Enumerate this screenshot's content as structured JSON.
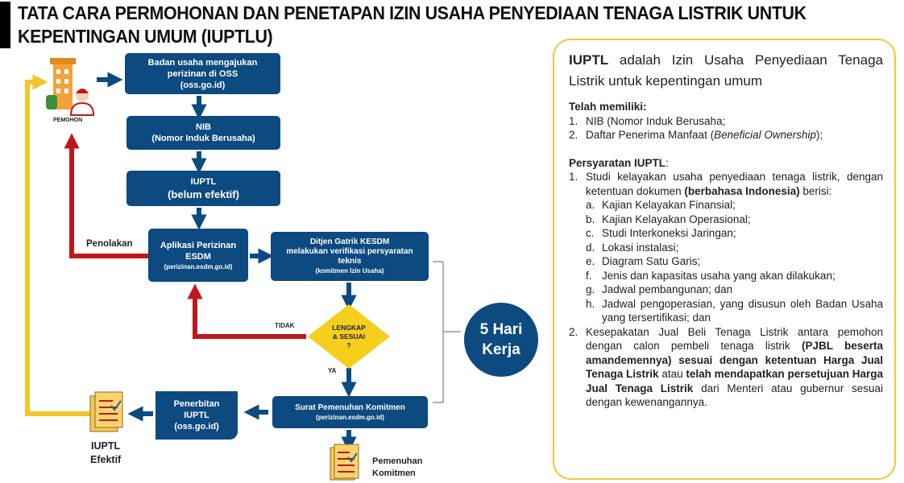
{
  "title": {
    "line1": "TATA CARA PERMOHONAN DAN PENETAPAN IZIN USAHA PENYEDIAAN TENAGA LISTRIK UNTUK",
    "line2": "KEPENTINGAN UMUM (IUPTLU)"
  },
  "flow": {
    "pemohon": "PEMOHON",
    "box_oss": {
      "l1": "Badan usaha mengajukan",
      "l2": "perizinan di OSS",
      "l3": "(oss.go.id)"
    },
    "box_nib": {
      "l1": "NIB",
      "l2": "(Nomor Induk Berusaha)"
    },
    "box_iuptl": {
      "l1": "IUPTL",
      "l2": "(belum efektif)"
    },
    "box_aplikasi": {
      "l1": "Aplikasi Perizinan",
      "l2": "ESDM",
      "l3": "(perizinan.esdm.go.id)"
    },
    "box_ditjen": {
      "l1": "Ditjen Gatrik KESDM",
      "l2": "melakukan verifikasi persyaratan",
      "l3": "teknis",
      "l4": "(komitmen Izin Usaha)"
    },
    "diamond": {
      "l1": "LENGKAP",
      "l2": "& SESUAI",
      "l3": "?"
    },
    "label_tidak": "TIDAK",
    "label_ya": "YA",
    "label_penolakan": "Penolakan",
    "box_surat": {
      "l1": "Surat Pemenuhan Komitmen",
      "l2": "(perizinan.esdm.go.id)"
    },
    "box_penerbitan": {
      "l1": "Penerbitan",
      "l2": "IUPTL",
      "l3": "(oss.go.id)"
    },
    "label_efektif_1": "IUPTL",
    "label_efektif_2": "Efektif",
    "label_pemenuhan_1": "Pemenuhan",
    "label_pemenuhan_2": "Komitmen",
    "circle": {
      "l1": "5 Hari",
      "l2": "Kerja"
    }
  },
  "colors": {
    "box": "#0c4a80",
    "red": "#c0171c",
    "yellow": "#f2c52a",
    "diamond": "#f5cf1b",
    "panel_border": "#f0c830"
  },
  "icons": {
    "applicant": "building-person-icon",
    "document": "document-check-icon"
  },
  "panel": {
    "intro_bold": "IUPTL",
    "intro_rest": " adalah Izin Usaha Penyediaan Tenaga Listrik untuk kepentingan umum",
    "owned_title": "Telah memiliki:",
    "owned": [
      {
        "num": "1.",
        "text": "NIB (Nomor Induk Berusaha;"
      },
      {
        "num": "2.",
        "text_a": "Daftar Penerima Manfaat (",
        "text_i": "Beneficial Ownership",
        "text_b": ");"
      }
    ],
    "req_title": "Persyaratan IUPTL",
    "req_colon": ":",
    "req1": {
      "num": "1.",
      "text_a": "Studi kelayakan usaha penyediaan tenaga listrik, dengan ketentuan dokumen ",
      "text_bold": "(berbahasa Indonesia)",
      "text_b": " berisi:"
    },
    "subitems": [
      {
        "num": "a.",
        "text": "Kajian Kelayakan Finansial;"
      },
      {
        "num": "b.",
        "text": "Kajian Kelayakan Operasional;"
      },
      {
        "num": "c.",
        "text": "Studi Interkoneksi Jaringan;"
      },
      {
        "num": "d.",
        "text": "Lokasi instalasi;"
      },
      {
        "num": "e.",
        "text": "Diagram Satu Garis;"
      },
      {
        "num": "f.",
        "text": "Jenis dan kapasitas usaha yang akan dilakukan;"
      },
      {
        "num": "g.",
        "text": "Jadwal pembangunan; dan"
      },
      {
        "num": "h.",
        "text": "Jadwal pengoperasian, yang disusun oleh Badan Usaha yang tersertifikasi; dan"
      }
    ],
    "req2": {
      "num": "2.",
      "t1": "Kesepakatan Jual Beli Tenaga Listrik antara pemohon dengan calon pembeli tenaga listrik ",
      "t2": "(PJBL beserta amandemennya) sesuai dengan ketentuan Harga Jual Tenaga Listrik",
      "t3": " atau ",
      "t4": "telah mendapatkan persetujuan Harga Jual Tenaga Listrik",
      "t5": " dari Menteri atau gubernur sesuai dengan kewenangannya."
    }
  }
}
